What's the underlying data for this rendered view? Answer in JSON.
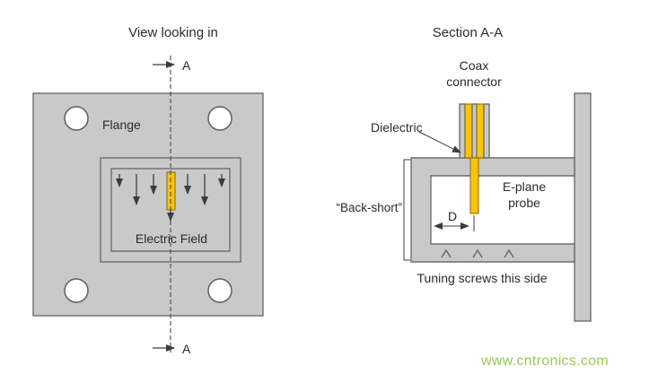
{
  "colors": {
    "flange-gray": "#c9c9c9",
    "outline": "#6e6e6e",
    "probe-yellow": "#f6c411",
    "probe-outline": "#8a6d00",
    "ink": "#2b2b2b",
    "watermark-green": "#8dc63f"
  },
  "left": {
    "title": "View looking in",
    "flange_label": "Flange",
    "field_label": "Electric Field",
    "section_marker_top": "A",
    "section_marker_bottom": "A"
  },
  "right": {
    "title": "Section A-A",
    "coax_label": "Coax connector",
    "dielectric_label": "Dielectric",
    "backshort_label": "“Back-short”",
    "probe_label": "E-plane probe",
    "dimension_label": "D",
    "tuning_label": "Tuning screws this side"
  },
  "watermark": {
    "text": "www.cntronics.com"
  }
}
